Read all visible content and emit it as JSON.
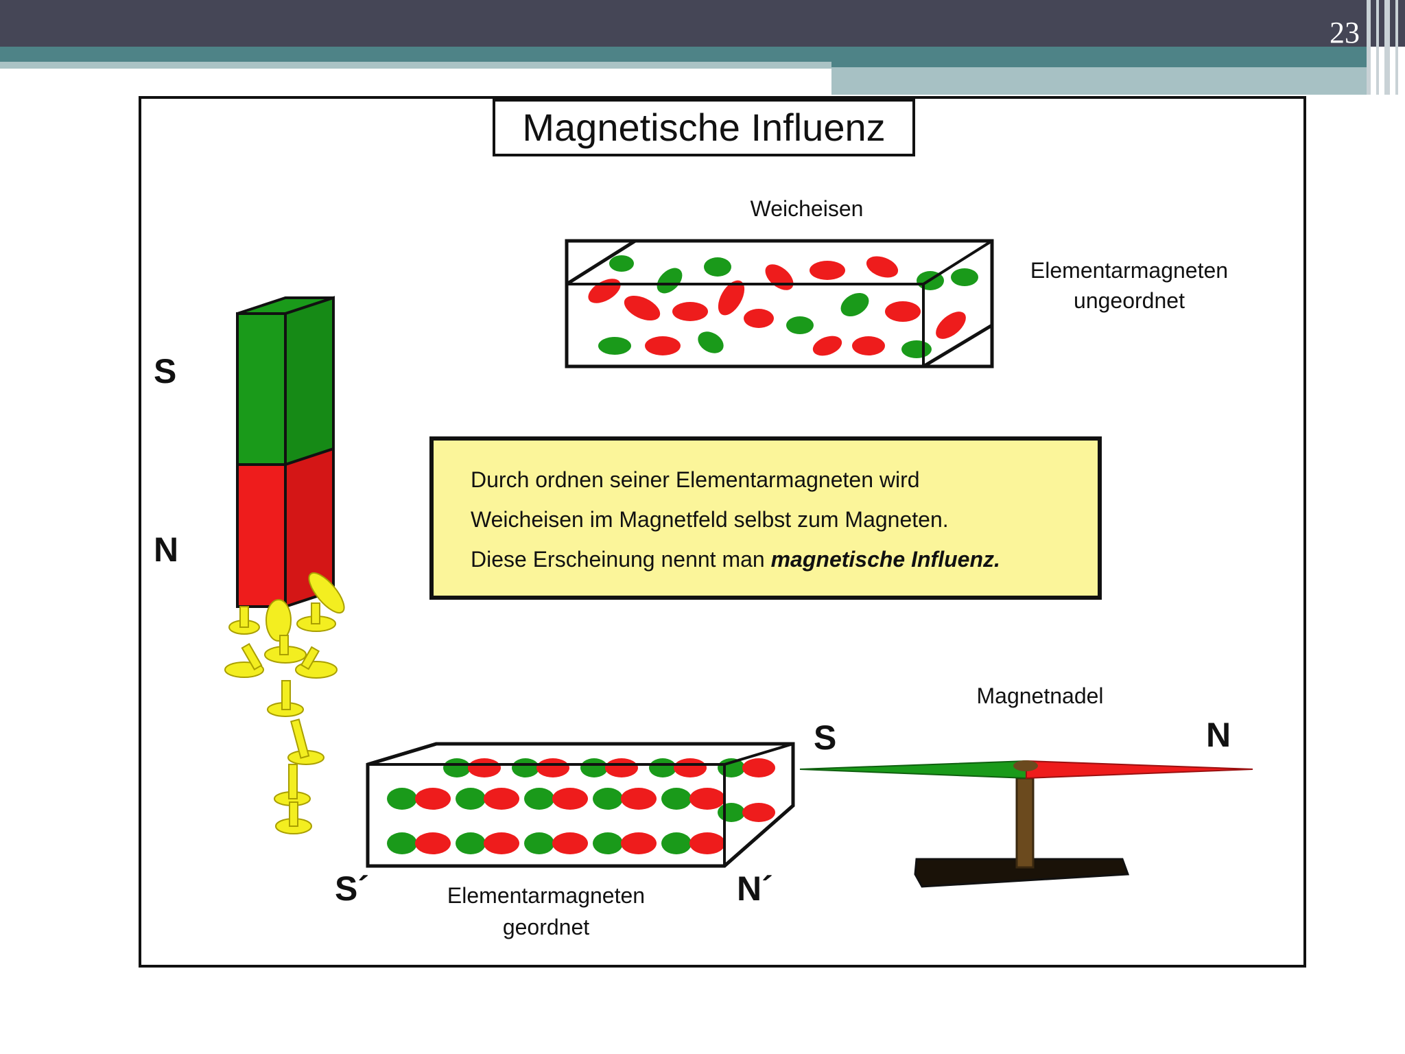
{
  "slide": {
    "number": "23"
  },
  "diagram": {
    "title": "Magnetische Influenz",
    "soft_iron_label": "Weicheisen",
    "unordered_label": [
      "Elementarmagneten",
      "ungeordnet"
    ],
    "ordered_label": [
      "Elementarmagneten",
      "geordnet"
    ],
    "needle_label": "Magnetnadel",
    "bar_magnet_poles": {
      "south": "S",
      "north": "N"
    },
    "ordered_bar_poles": {
      "south": "S´",
      "north": "N´"
    },
    "needle_poles": {
      "south": "S",
      "north": "N"
    },
    "explanation": {
      "line1": "Durch ordnen seiner Elementarmagneten wird",
      "line2": "Weicheisen im Magnetfeld selbst zum Magneten.",
      "line3_prefix": "Diese Erscheinung nennt man ",
      "line3_emphasis": "magnetische Influenz."
    },
    "colors": {
      "south_pole": "#1a9a1a",
      "north_pole": "#ee1c1c",
      "nails": "#f3ee20",
      "info_box": "#fbf59a",
      "needle_stand": "#6b4a1e"
    }
  }
}
